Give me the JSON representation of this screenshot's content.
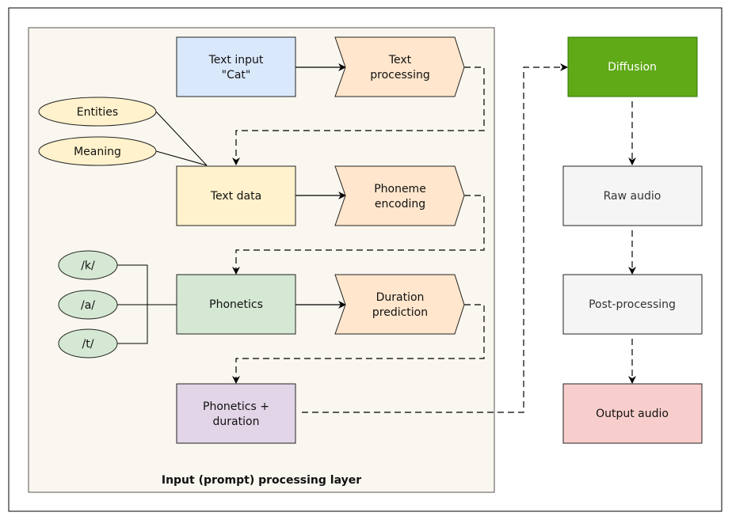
{
  "caption": "Input (prompt) processing layer",
  "nodes": {
    "text_input": [
      "Text input",
      "\"Cat\""
    ],
    "text_processing": [
      "Text",
      "processing"
    ],
    "entities": "Entities",
    "meaning": "Meaning",
    "text_data": "Text data",
    "phoneme_encoding": [
      "Phoneme",
      "encoding"
    ],
    "phone_k": "/k/",
    "phone_a": "/a/",
    "phone_t": "/t/",
    "phonetics": "Phonetics",
    "duration_prediction": [
      "Duration",
      "prediction"
    ],
    "phonetics_duration": [
      "Phonetics +",
      "duration"
    ],
    "diffusion": "Diffusion",
    "raw_audio": "Raw audio",
    "post_processing": "Post-processing",
    "output_audio": "Output audio"
  },
  "colors": {
    "panel_fill": "#f9f7ef",
    "blue_fill": "#dae8fc",
    "orange_fill": "#ffe6cc",
    "yellow_fill": "#fff2cc",
    "green_fill": "#d5e8d4",
    "purple_fill": "#e1d5e7",
    "diffusion_fill": "#60a917",
    "gray_fill": "#f5f5f5",
    "red_fill": "#f8cecc"
  }
}
